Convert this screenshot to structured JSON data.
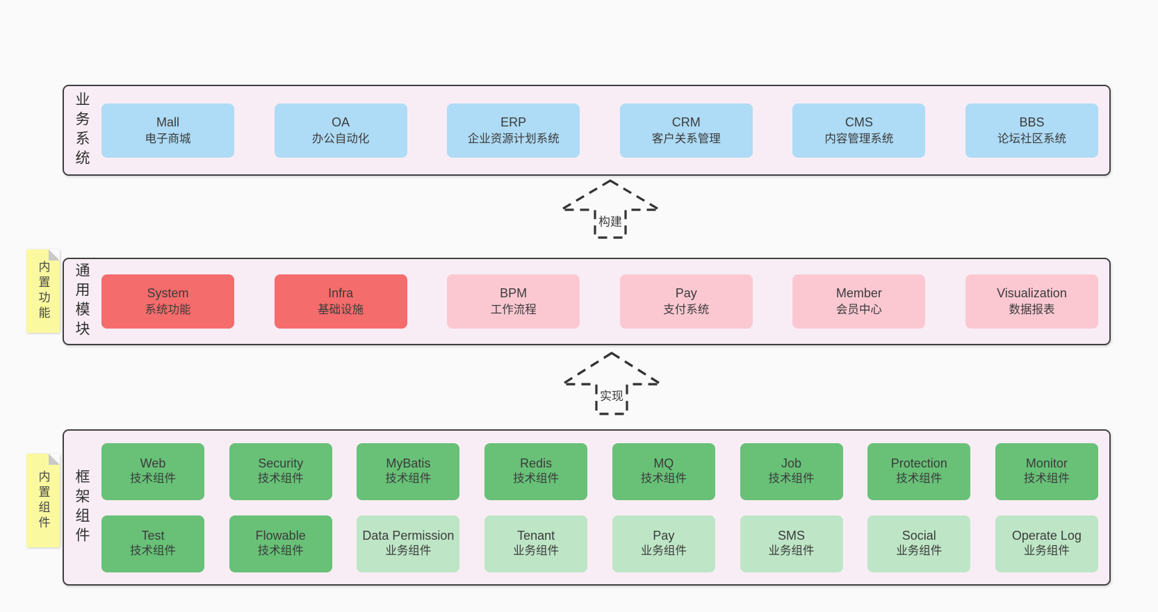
{
  "colors": {
    "page-bg": "#fafafa",
    "container-bg": "#f8edf5",
    "container-border": "#3f3f3f",
    "box-blue": "#aedbf5",
    "box-red": "#f56c6c",
    "box-pink": "#fbc8d2",
    "box-green": "#68c177",
    "box-green-light": "#bee6c6",
    "note-yellow": "#faf9a0",
    "note-fold": "#c9c9c9",
    "text": "#3b3b3b",
    "arrow": "#333333"
  },
  "layers": {
    "business": {
      "label": "业务系统",
      "boxes": [
        {
          "name": "Mall",
          "subtitle": "电子商城",
          "variant": "blue"
        },
        {
          "name": "OA",
          "subtitle": "办公自动化",
          "variant": "blue"
        },
        {
          "name": "ERP",
          "subtitle": "企业资源计划系统",
          "variant": "blue"
        },
        {
          "name": "CRM",
          "subtitle": "客户关系管理",
          "variant": "blue"
        },
        {
          "name": "CMS",
          "subtitle": "内容管理系统",
          "variant": "blue"
        },
        {
          "name": "BBS",
          "subtitle": "论坛社区系统",
          "variant": "blue"
        }
      ]
    },
    "modules": {
      "label": "通用模块",
      "note": "内置功能",
      "boxes": [
        {
          "name": "System",
          "subtitle": "系统功能",
          "variant": "red"
        },
        {
          "name": "Infra",
          "subtitle": "基础设施",
          "variant": "red"
        },
        {
          "name": "BPM",
          "subtitle": "工作流程",
          "variant": "pink"
        },
        {
          "name": "Pay",
          "subtitle": "支付系统",
          "variant": "pink"
        },
        {
          "name": "Member",
          "subtitle": "会员中心",
          "variant": "pink"
        },
        {
          "name": "Visualization",
          "subtitle": "数据报表",
          "variant": "pink"
        }
      ]
    },
    "components": {
      "label": "框架组件",
      "note": "内置组件",
      "row1": [
        {
          "name": "Web",
          "subtitle": "技术组件",
          "variant": "green"
        },
        {
          "name": "Security",
          "subtitle": "技术组件",
          "variant": "green"
        },
        {
          "name": "MyBatis",
          "subtitle": "技术组件",
          "variant": "green"
        },
        {
          "name": "Redis",
          "subtitle": "技术组件",
          "variant": "green"
        },
        {
          "name": "MQ",
          "subtitle": "技术组件",
          "variant": "green"
        },
        {
          "name": "Job",
          "subtitle": "技术组件",
          "variant": "green"
        },
        {
          "name": "Protection",
          "subtitle": "技术组件",
          "variant": "green"
        },
        {
          "name": "Monitor",
          "subtitle": "技术组件",
          "variant": "green"
        }
      ],
      "row2": [
        {
          "name": "Test",
          "subtitle": "技术组件",
          "variant": "green"
        },
        {
          "name": "Flowable",
          "subtitle": "技术组件",
          "variant": "green"
        },
        {
          "name": "Data Permission",
          "subtitle": "业务组件",
          "variant": "green-light"
        },
        {
          "name": "Tenant",
          "subtitle": "业务组件",
          "variant": "green-light"
        },
        {
          "name": "Pay",
          "subtitle": "业务组件",
          "variant": "green-light"
        },
        {
          "name": "SMS",
          "subtitle": "业务组件",
          "variant": "green-light"
        },
        {
          "name": "Social",
          "subtitle": "业务组件",
          "variant": "green-light"
        },
        {
          "name": "Operate Log",
          "subtitle": "业务组件",
          "variant": "green-light"
        }
      ]
    }
  },
  "arrows": {
    "build": {
      "label": "构建"
    },
    "implement": {
      "label": "实现"
    }
  }
}
